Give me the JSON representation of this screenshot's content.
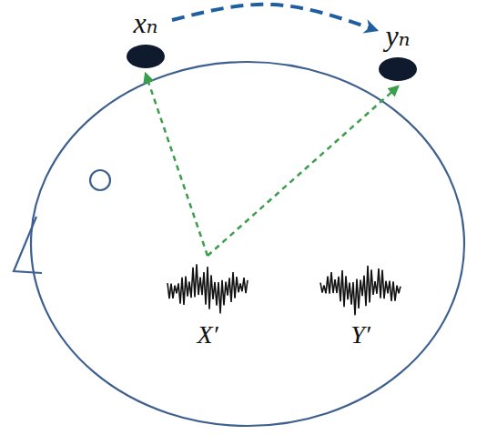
{
  "diagram": {
    "nodes": [
      {
        "text": [
          "xₙ"
        ]
      },
      {
        "text": [
          "yₙ"
        ]
      },
      {
        "text": [
          "X′"
        ]
      },
      {
        "text": [
          "Y′"
        ]
      }
    ],
    "edges": [
      {
        "from": 0,
        "to": 1,
        "arrow": "to"
      },
      {
        "from": 2,
        "to": 0,
        "arrow": "to"
      },
      {
        "from": 2,
        "to": 1,
        "arrow": "to"
      }
    ]
  }
}
